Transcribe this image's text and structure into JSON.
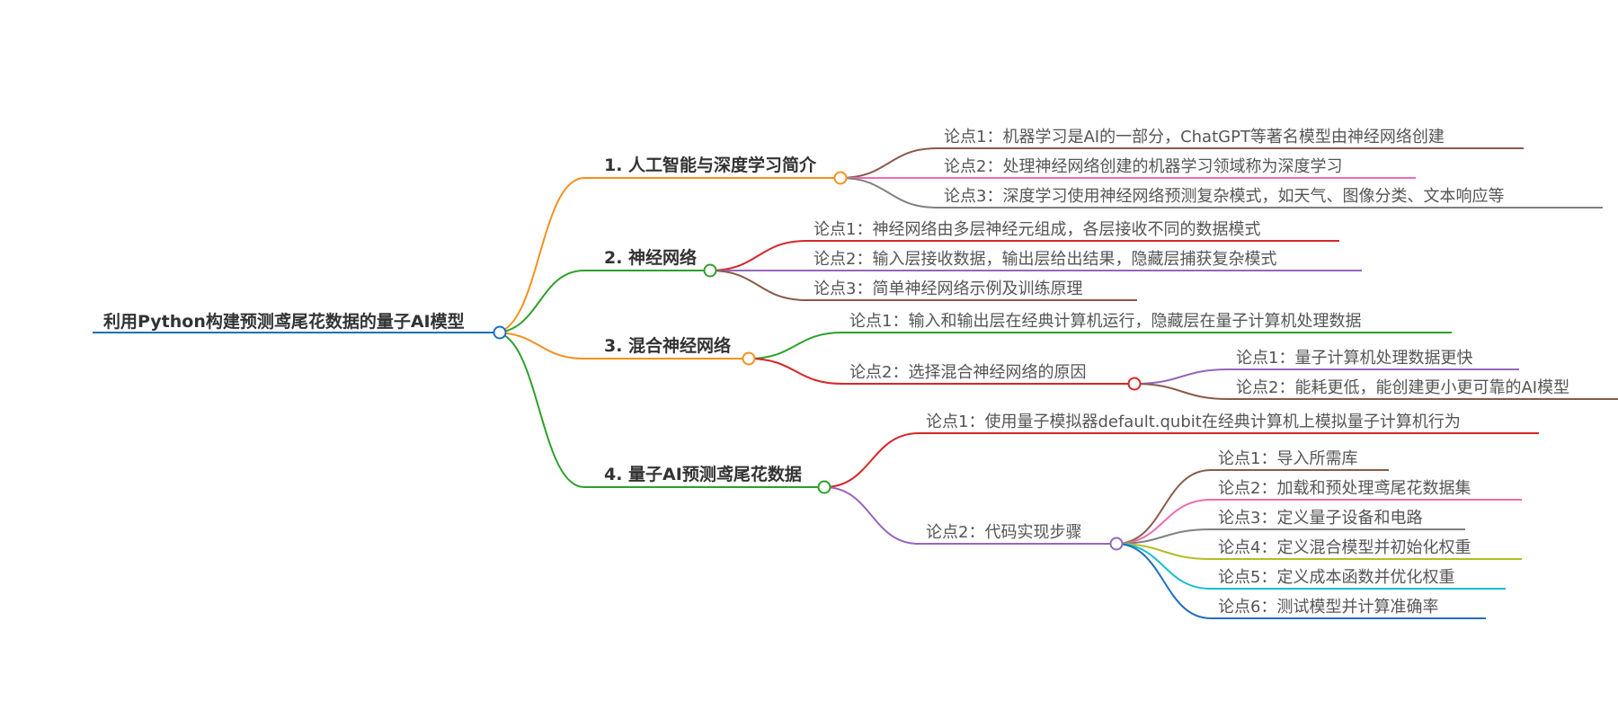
{
  "root": {
    "label": "利用Python构建预测鸢尾花数据的量子AI模型",
    "color": "#1f6fb8"
  },
  "branches": [
    {
      "label": "1. 人工智能与深度学习简介",
      "color": "#f5901e",
      "children": [
        {
          "label": "论点1：机器学习是AI的一部分，ChatGPT等著名模型由神经网络创建",
          "color": "#8b5a4a"
        },
        {
          "label": "论点2：处理神经网络创建的机器学习领域称为深度学习",
          "color": "#f06ab0"
        },
        {
          "label": "论点3：深度学习使用神经网络预测复杂模式，如天气、图像分类、文本响应等",
          "color": "#808080"
        }
      ]
    },
    {
      "label": "2. 神经网络",
      "color": "#2ca02c",
      "children": [
        {
          "label": "论点1：神经网络由多层神经元组成，各层接收不同的数据模式",
          "color": "#d62728"
        },
        {
          "label": "论点2：输入层接收数据，输出层给出结果，隐藏层捕获复杂模式",
          "color": "#9467bd"
        },
        {
          "label": "论点3：简单神经网络示例及训练原理",
          "color": "#8b5a4a"
        }
      ]
    },
    {
      "label": "3. 混合神经网络",
      "color": "#f5901e",
      "children": [
        {
          "label": "论点1：输入和输出层在经典计算机运行，隐藏层在量子计算机处理数据",
          "color": "#2ca02c"
        },
        {
          "label": "论点2：选择混合神经网络的原因",
          "color": "#d62728",
          "children": [
            {
              "label": "论点1：量子计算机处理数据更快",
              "color": "#9467bd"
            },
            {
              "label": "论点2：能耗更低，能创建更小更可靠的AI模型",
              "color": "#8b5a4a"
            }
          ]
        }
      ]
    },
    {
      "label": "4. 量子AI预测鸢尾花数据",
      "color": "#2ca02c",
      "children": [
        {
          "label": "论点1：使用量子模拟器default.qubit在经典计算机上模拟量子计算机行为",
          "color": "#d62728"
        },
        {
          "label": "论点2：代码实现步骤",
          "color": "#9467bd",
          "children": [
            {
              "label": "论点1：导入所需库",
              "color": "#8b5a4a"
            },
            {
              "label": "论点2：加载和预处理鸢尾花数据集",
              "color": "#f06ab0"
            },
            {
              "label": "论点3：定义量子设备和电路",
              "color": "#808080"
            },
            {
              "label": "论点4：定义混合模型并初始化权重",
              "color": "#b5bd22"
            },
            {
              "label": "论点5：定义成本函数并优化权重",
              "color": "#17becf"
            },
            {
              "label": "论点6：测试模型并计算准确率",
              "color": "#1f6fb8"
            }
          ]
        }
      ]
    }
  ]
}
